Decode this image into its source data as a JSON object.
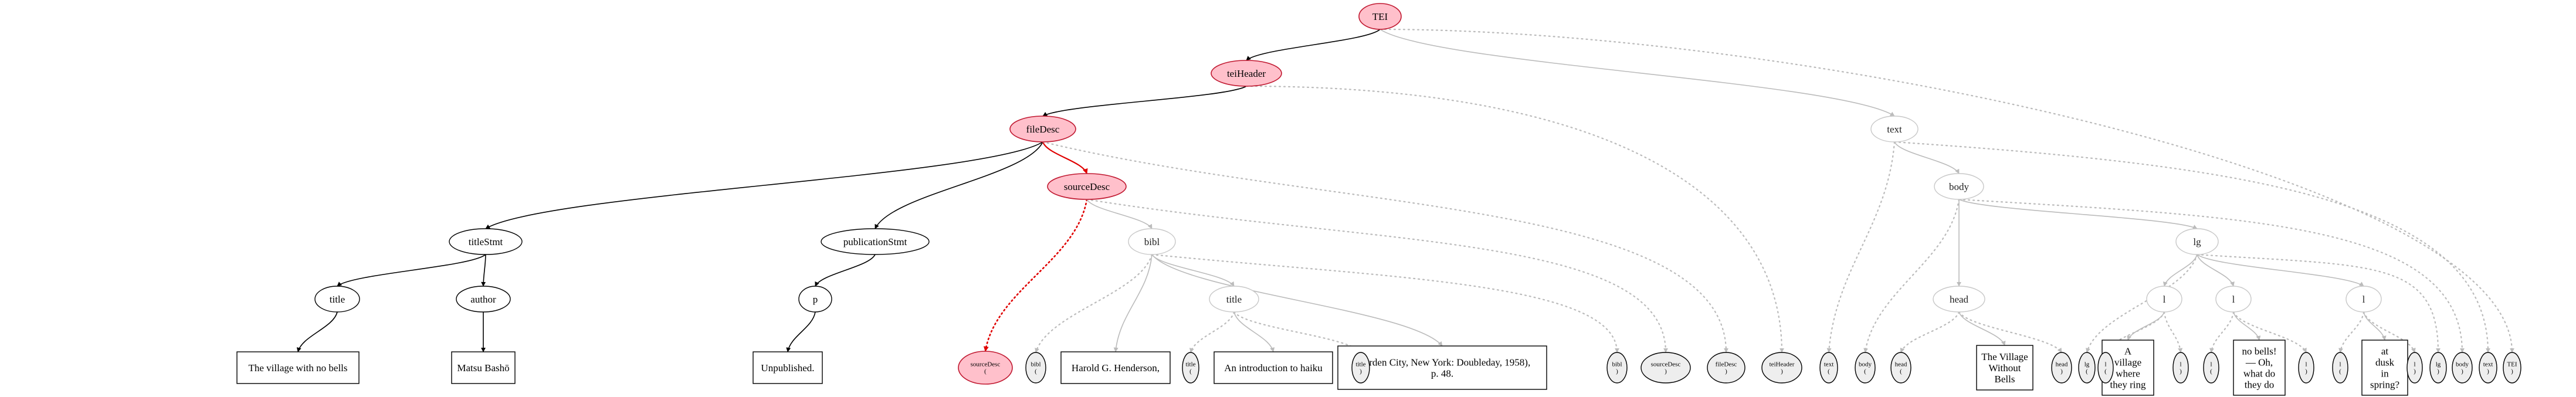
{
  "colors": {
    "background": "#ffffff",
    "highlight_fill": "#ffc0cb",
    "highlight_stroke": "#c01830",
    "active_edge": "#e00000",
    "visited_edge": "#000000",
    "pending_edge": "#bbbbbb",
    "close_node_fill": "#eeeeee"
  },
  "nodes": {
    "TEI": "TEI",
    "teiHeader": "teiHeader",
    "fileDesc": "fileDesc",
    "sourceDesc": "sourceDesc",
    "titleStmt": "titleStmt",
    "publicationStmt": "publicationStmt",
    "bibl": "bibl",
    "title_stmt": "title",
    "author": "author",
    "p": "p",
    "bibl_title": "title",
    "text": "text",
    "body": "body",
    "head": "head",
    "lg": "lg",
    "l1": "l",
    "l2": "l",
    "l3": "l",
    "leaf_title_text": "The village with no bells",
    "leaf_author_text": "Matsu Bashō",
    "leaf_p_text": "Unpublished.",
    "leaf_editor": "Harold G. Henderson,",
    "leaf_bibl_title_text": "An introduction to haiku",
    "leaf_imprint": [
      "(Garden City, New York: Doubleday, 1958),",
      "p. 48."
    ],
    "leaf_head_text": [
      "The Village",
      "Without",
      "Bells"
    ],
    "leaf_l1_text": [
      "A",
      "village",
      "where",
      "they ring"
    ],
    "leaf_l2_text": [
      "no bells!",
      "— Oh,",
      "what do",
      "they do"
    ],
    "leaf_l3_text": [
      "at",
      "dusk",
      "in",
      "spring?"
    ],
    "close_sourceDesc_open": [
      "sourceDesc",
      "("
    ],
    "close_bibl_open": [
      "bibl",
      "("
    ],
    "close_title_open": [
      "title",
      "("
    ],
    "close_title_close": [
      "title",
      ")"
    ],
    "close_bibl_close": [
      "bibl",
      ")"
    ],
    "close_sourceDesc_close": [
      "sourceDesc",
      ")"
    ],
    "close_fileDesc_close": [
      "fileDesc",
      ")"
    ],
    "close_teiHeader_close": [
      "teiHeader",
      ")"
    ],
    "close_text_open": [
      "text",
      "("
    ],
    "close_body_open": [
      "body",
      "("
    ],
    "close_head_open": [
      "head",
      "("
    ],
    "close_head_close": [
      "head",
      ")"
    ],
    "close_lg_open": [
      "lg",
      "("
    ],
    "close_l1_open": [
      "l",
      "("
    ],
    "close_l1_close": [
      "l",
      ")"
    ],
    "close_l2_open": [
      "l",
      "("
    ],
    "close_l2_close": [
      "l",
      ")"
    ],
    "close_l3_open": [
      "l",
      "("
    ],
    "close_l3_close": [
      "l",
      ")"
    ],
    "close_lg_close": [
      "lg",
      ")"
    ],
    "close_body_close": [
      "body",
      ")"
    ],
    "close_text_close": [
      "text",
      ")"
    ],
    "close_TEI_close": [
      "TEI",
      ")"
    ]
  }
}
